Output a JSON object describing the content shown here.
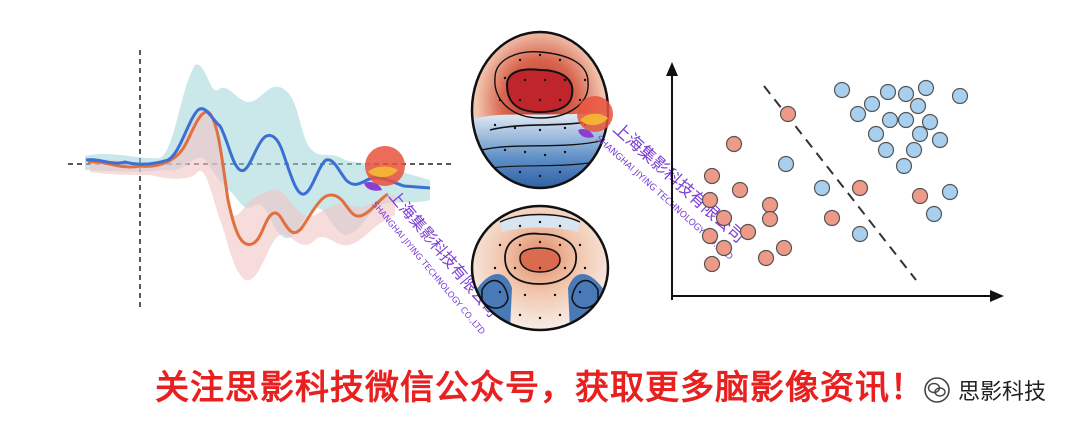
{
  "caption": "关注思影科技微信公众号，获取更多脑影像资讯！",
  "brand": {
    "name": "思影科技",
    "icon": "wechat-icon"
  },
  "watermarks": [
    {
      "line1": "上海集影科技有限公司",
      "line2": "SHANGHAI JIYING TECHNOLOGY CO.,LTD"
    },
    {
      "line1": "上海集影科技有限公司",
      "line2": "SHANGHAI JIYING TECHNOLOGY CO.,LTD"
    }
  ],
  "colors": {
    "blue_series": "#3b6fd6",
    "orange_series": "#e07040",
    "blue_band": "#9fd4d8",
    "orange_band": "#f2c4c4",
    "point_blue": "#a8cfee",
    "point_red": "#ee9a88",
    "caption": "#e8201f"
  }
}
